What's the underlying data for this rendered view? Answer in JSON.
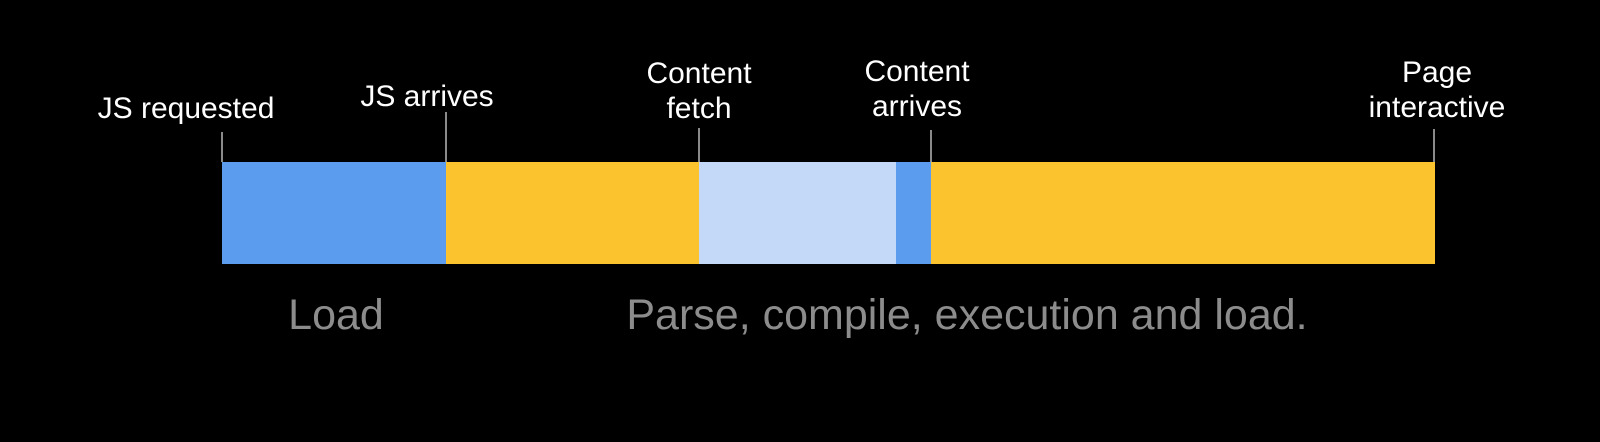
{
  "colors": {
    "background": "#000000",
    "bar_blue": "#5b9cee",
    "bar_yellow": "#fbc32d",
    "bar_light_blue": "#c4d9f7",
    "milestone_text": "#ffffff",
    "phase_text": "#8c8c8c",
    "tick": "#8a8a8a"
  },
  "milestones": [
    {
      "label": "JS requested"
    },
    {
      "label": "JS arrives"
    },
    {
      "label": "Content\nfetch"
    },
    {
      "label": "Content\narrives"
    },
    {
      "label": "Page\ninteractive"
    }
  ],
  "bar": {
    "segments": [
      {
        "name": "js-download",
        "color": "#5b9cee",
        "from": "JS requested",
        "to": "JS arrives"
      },
      {
        "name": "parse-compile",
        "color": "#fbc32d",
        "from": "JS arrives",
        "to": "Content fetch"
      },
      {
        "name": "content-fetch",
        "color": "#c4d9f7",
        "from": "Content fetch",
        "to": "Content arrives"
      },
      {
        "name": "content-processing",
        "color": "#5b9cee",
        "from": "Content fetch",
        "to": "Content arrives"
      },
      {
        "name": "execution-and-load",
        "color": "#fbc32d",
        "from": "Content arrives",
        "to": "Page interactive"
      }
    ]
  },
  "phases": [
    {
      "label": "Load"
    },
    {
      "label": "Parse, compile, execution and load."
    }
  ]
}
